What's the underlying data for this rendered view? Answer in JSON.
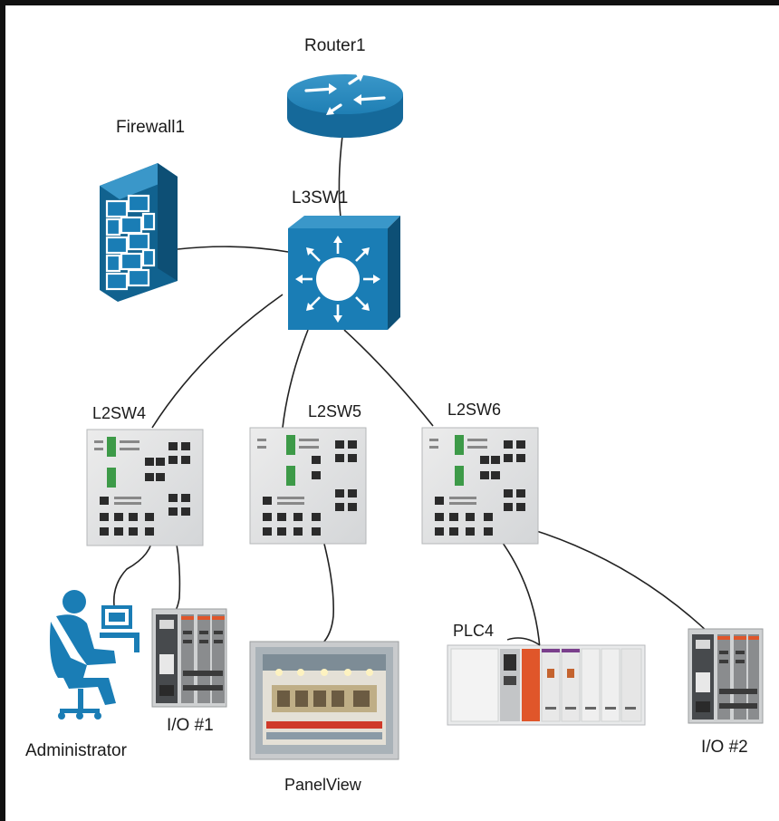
{
  "diagram": {
    "nodes": {
      "router1": "Router1",
      "firewall1": "Firewall1",
      "l3sw1": "L3SW1",
      "l2sw4": "L2SW4",
      "l2sw5": "L2SW5",
      "l2sw6": "L2SW6",
      "administrator": "Administrator",
      "io1": "I/O #1",
      "panelview": "PanelView",
      "plc4": "PLC4",
      "io2": "I/O #2"
    },
    "links": [
      [
        "router1",
        "l3sw1"
      ],
      [
        "firewall1",
        "l3sw1"
      ],
      [
        "l3sw1",
        "l2sw4"
      ],
      [
        "l3sw1",
        "l2sw5"
      ],
      [
        "l3sw1",
        "l2sw6"
      ],
      [
        "l2sw4",
        "administrator"
      ],
      [
        "l2sw4",
        "io1"
      ],
      [
        "l2sw5",
        "panelview"
      ],
      [
        "l2sw6",
        "plc4"
      ],
      [
        "l2sw6",
        "io2"
      ]
    ],
    "colors": {
      "cisco_blue": "#1a7db5",
      "cisco_dark": "#11628f",
      "switch_panel": "#e3e5e6",
      "port_green": "#3d9a48",
      "plc_orange": "#e0562a",
      "link": "#222222"
    }
  }
}
